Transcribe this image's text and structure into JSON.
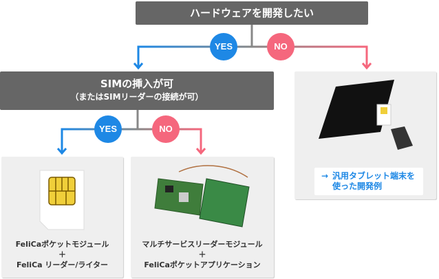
{
  "root": {
    "label": "ハードウェアを開発したい"
  },
  "branch1": {
    "yes_label": "YES",
    "no_label": "NO"
  },
  "sim_node": {
    "title": "SIMの挿入が可",
    "subtitle": "（またはSIMリーダーの接続が可）"
  },
  "branch2": {
    "yes_label": "YES",
    "no_label": "NO"
  },
  "card_sim": {
    "line1": "FeliCaポケットモジュール",
    "plus": "＋",
    "line2": "FeliCa リーダー/ライター"
  },
  "card_reader": {
    "line1": "マルチサービスリーダーモジュール",
    "plus": "＋",
    "line2": "FeliCaポケットアプリケーション"
  },
  "card_tablet": {
    "link_line1": "汎用タブレット端末を",
    "link_line2": "使った開発例",
    "arrow": "→"
  },
  "colors": {
    "yes": "#1e88e5",
    "no": "#f5677d",
    "node": "#666666",
    "card": "#efefef"
  }
}
